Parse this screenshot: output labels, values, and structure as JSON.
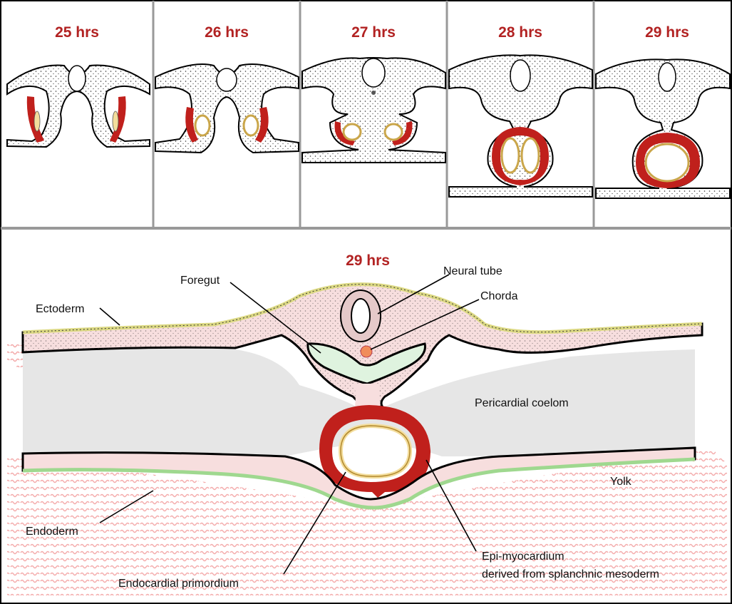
{
  "stages": [
    {
      "title": "25 hrs"
    },
    {
      "title": "26 hrs"
    },
    {
      "title": "27 hrs"
    },
    {
      "title": "28 hrs"
    },
    {
      "title": "29 hrs"
    }
  ],
  "main": {
    "title": "29 hrs",
    "labels": {
      "foregut": "Foregut",
      "neural_tube": "Neural tube",
      "chorda": "Chorda",
      "ectoderm": "Ectoderm",
      "pericardial_coelom": "Pericardial coelom",
      "yolk": "Yolk",
      "endoderm": "Endoderm",
      "epi_myocardium_line1": "Epi-myocardium",
      "epi_myocardium_line2": "derived from splanchnic mesoderm",
      "endocardial_primordium": "Endocardial primordium"
    }
  },
  "colors": {
    "myocardium": "#c0201c",
    "endocardium": "#f3dd9c",
    "mesoderm": "#f7dede",
    "coelom": "#e6e6e6",
    "yolk": "#f7b9b9",
    "foregut": "#dff3df",
    "ectoderm_edge": "#dcd983",
    "endoderm_edge": "#9fd88f",
    "chorda": "#f08c5a",
    "title": "#b22222",
    "frame": "#999999"
  }
}
